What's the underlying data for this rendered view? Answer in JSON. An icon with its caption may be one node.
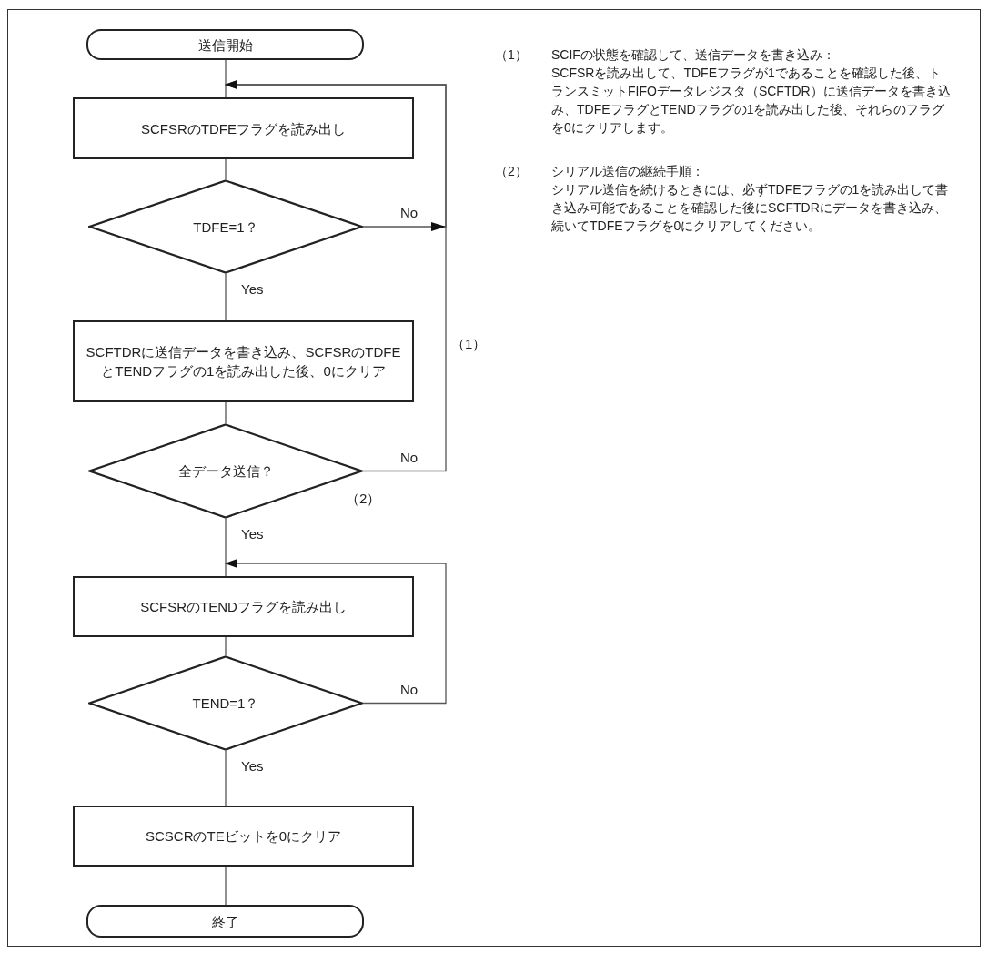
{
  "diagram": {
    "nodes": [
      {
        "text": [
          "送信開始"
        ]
      },
      {
        "text": [
          "SCFSRのTDFEフラグを読み出し"
        ]
      },
      {
        "text": [
          "TDFE=1？"
        ]
      },
      {
        "text": [
          "SCFTDRに送信データを書き込み、SCFSRのTDFEとTENDフラグの1を読み出した後、0にクリア"
        ]
      },
      {
        "text": [
          "全データ送信？"
        ]
      },
      {
        "text": [
          "SCFSRのTENDフラグを読み出し"
        ]
      },
      {
        "text": [
          "TEND=1？"
        ]
      },
      {
        "text": [
          "SCSCRのTEビットを0にクリア"
        ]
      },
      {
        "text": [
          "終了"
        ]
      }
    ],
    "edges": [
      {
        "from": 0,
        "to": 1,
        "arrow": "none"
      },
      {
        "from": 1,
        "to": 2,
        "arrow": "none"
      },
      {
        "from": 2,
        "to": 3,
        "arrow": "none",
        "label": "Yes"
      },
      {
        "from": 2,
        "to": 1,
        "arrow": "to",
        "label": "No"
      },
      {
        "from": 3,
        "to": 4,
        "arrow": "none"
      },
      {
        "from": 4,
        "to": 1,
        "arrow": "to",
        "label": "No"
      },
      {
        "from": 4,
        "to": 5,
        "arrow": "none",
        "label": "Yes"
      },
      {
        "from": 5,
        "to": 6,
        "arrow": "none"
      },
      {
        "from": 6,
        "to": 5,
        "arrow": "to",
        "label": "No"
      },
      {
        "from": 6,
        "to": 7,
        "arrow": "none",
        "label": "Yes"
      },
      {
        "from": 7,
        "to": 8,
        "arrow": "none"
      }
    ],
    "labels": [
      "（1）",
      "（2）",
      "（1）",
      "SCIFの状態を確認して、送信データを書き込み：",
      "SCFSRを読み出して、TDFEフラグが1であることを確認した後、トランスミットFIFOデータレジスタ（SCFTDR）に送信データを書き込み、TDFEフラグとTENDフラグの1を読み出した後、それらのフラグを0にクリアします。",
      "（2）",
      "シリアル送信の継続手順：",
      "シリアル送信を続けるときには、必ずTDFEフラグの1を読み出して書き込み可能であることを確認した後にSCFTDRにデータを書き込み、続いてTDFEフラグを0にクリアしてください。"
    ]
  }
}
